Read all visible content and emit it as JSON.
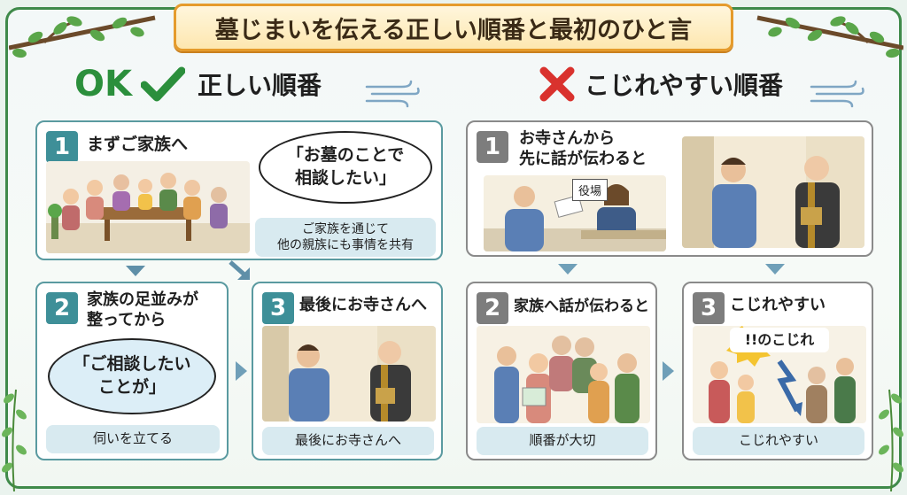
{
  "title": "墓じまいを伝える正しい順番と最初のひと言",
  "ok_section": {
    "mark": "OK",
    "label": "正しい順番",
    "steps": [
      {
        "num": "1",
        "title": "まずご家族へ",
        "bubble": "「お墓のことで\n相談したい」",
        "caption": "ご家族を通じて\n他の親族にも事情を共有"
      },
      {
        "num": "2",
        "title": "家族の足並みが\n整ってから",
        "bubble": "「ご相談したい\nことが」",
        "caption": "伺いを立てる"
      },
      {
        "num": "3",
        "title": "最後にお寺さんへ",
        "caption": "最後にお寺さんへ"
      }
    ]
  },
  "ng_section": {
    "label": "こじれやすい順番",
    "steps": [
      {
        "num": "1",
        "title": "お寺さんから\n先に話が伝わると",
        "tag": "役場"
      },
      {
        "num": "2",
        "title": "家族へ話が伝わると",
        "caption": "順番が大切"
      },
      {
        "num": "3",
        "title": "こじれやすい",
        "burst": "!!のこじれ",
        "caption": "こじれやすい"
      }
    ]
  },
  "colors": {
    "ok_green": "#2b8f3c",
    "ng_red": "#d9322e",
    "teal": "#3e8f98",
    "gray": "#7d7d7d",
    "banner_border": "#e59b2c"
  },
  "icons": [
    "checkmark-icon",
    "cross-icon",
    "wind-icon",
    "branch-icon"
  ]
}
